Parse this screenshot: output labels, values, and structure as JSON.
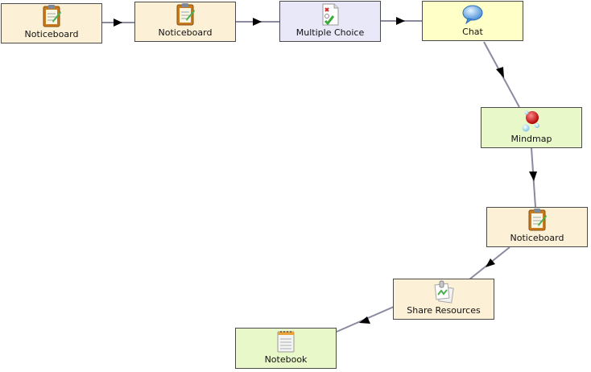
{
  "activities": [
    {
      "id": "n1",
      "label": "Noticeboard",
      "type": "noticeboard",
      "color": "#fcf0d6"
    },
    {
      "id": "n2",
      "label": "Noticeboard",
      "type": "noticeboard",
      "color": "#fcf0d6"
    },
    {
      "id": "n3",
      "label": "Multiple Choice",
      "type": "multiple-choice",
      "color": "#e8e8f8"
    },
    {
      "id": "n4",
      "label": "Chat",
      "type": "chat",
      "color": "#ffffc8"
    },
    {
      "id": "n5",
      "label": "Mindmap",
      "type": "mindmap",
      "color": "#e8f8c8"
    },
    {
      "id": "n6",
      "label": "Noticeboard",
      "type": "noticeboard",
      "color": "#fcf0d6"
    },
    {
      "id": "n7",
      "label": "Share Resources",
      "type": "share-resources",
      "color": "#fcf0d6"
    },
    {
      "id": "n8",
      "label": "Notebook",
      "type": "notebook",
      "color": "#e8f8c8"
    }
  ],
  "transitions": [
    {
      "from": "n1",
      "to": "n2"
    },
    {
      "from": "n2",
      "to": "n3"
    },
    {
      "from": "n3",
      "to": "n4"
    },
    {
      "from": "n4",
      "to": "n5"
    },
    {
      "from": "n5",
      "to": "n6"
    },
    {
      "from": "n6",
      "to": "n7"
    },
    {
      "from": "n7",
      "to": "n8"
    }
  ]
}
